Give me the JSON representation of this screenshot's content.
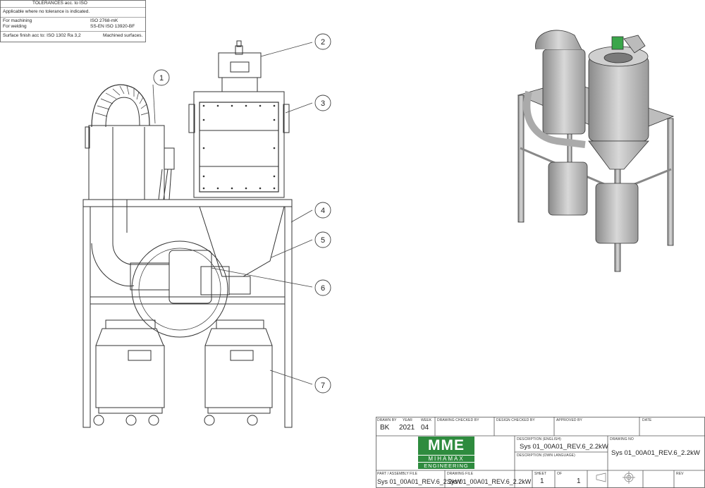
{
  "tolerances": {
    "header": "TOLERANCES  acc. to  ISO",
    "applicable": "Applicable where no tolerance is indicated.",
    "machining_label": "For machining",
    "machining_value": "ISO 2768-mK",
    "welding_label": "For welding",
    "welding_value": "SS-EN ISO 13920-BF",
    "surface_label": "Surface finish acc to: ISO 1302 Ra 3,2",
    "surface_value": "Machined surfaces."
  },
  "balloons": [
    "1",
    "2",
    "3",
    "4",
    "5",
    "6",
    "7"
  ],
  "title_block": {
    "drawn_by_label": "DRAWN BY",
    "drawn_by": "BK",
    "year_label": "YEAR",
    "year": "2021",
    "week_label": "WEEK",
    "week": "04",
    "checked_label": "DRAWING CHECKED BY",
    "design_checked_label": "DESIGN CHECKED BY",
    "approved_label": "APPROVED BY",
    "date_label": "DATE",
    "desc_en_label": "DESCRIPTION (ENGLISH)",
    "desc_en": "Sys 01_00A01_REV.6_2.2kW",
    "desc_own_label": "DESCRIPTION (OWN LANGUAGE)",
    "drawing_no_label": "DRAWING NO",
    "drawing_no": "Sys 01_00A01_REV.6_2.2kW",
    "logo_mark": "MME",
    "logo_line1": "MIHAMAX",
    "logo_line2": "ENGINEERING",
    "part_file_label": "PART / ASSEMBLY FILE",
    "part_file": "Sys 01_00A01_REV.6_2.2kW",
    "drawing_file_label": "DRAWING FILE",
    "drawing_file": "Sys 01_00A01_REV.6_2.2kW",
    "sheet_label": "SHEET",
    "sheet": "1",
    "of_label": "OF",
    "of": "1",
    "rev_label": "REV",
    "brand_color": "#2e8b3e"
  }
}
